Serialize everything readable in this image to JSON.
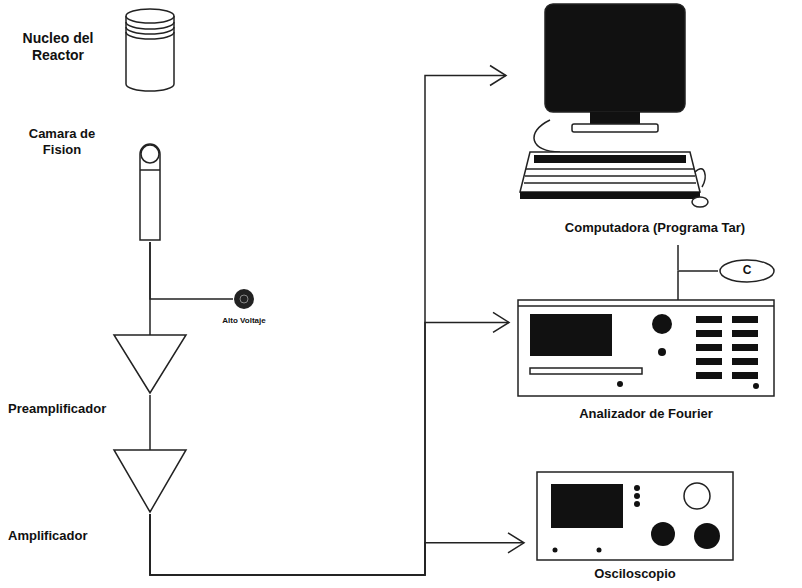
{
  "diagram": {
    "nodes": [
      {
        "text": [
          "Nucleo del Reactor"
        ]
      },
      {
        "text": [
          "Camara de Fision"
        ]
      },
      {
        "text": [
          "Alto Voltaje"
        ]
      },
      {
        "text": [
          "Preamplificador"
        ]
      },
      {
        "text": [
          "Amplificador"
        ]
      },
      {
        "text": [
          "Computadora (Programa Tar)"
        ]
      },
      {
        "text": [
          "C"
        ]
      },
      {
        "text": [
          "Analizador de Fourier"
        ]
      },
      {
        "text": [
          "Osciloscopio"
        ]
      }
    ],
    "edges": [
      {
        "from": 1,
        "to": 2,
        "arrow": "none"
      },
      {
        "from": 1,
        "to": 3,
        "arrow": "none"
      },
      {
        "from": 3,
        "to": 4,
        "arrow": "none"
      },
      {
        "from": 4,
        "to": 5,
        "arrow": "to"
      },
      {
        "from": 4,
        "to": 7,
        "arrow": "to"
      },
      {
        "from": 4,
        "to": 8,
        "arrow": "to"
      },
      {
        "from": 6,
        "to": 7,
        "arrow": "none"
      }
    ]
  }
}
